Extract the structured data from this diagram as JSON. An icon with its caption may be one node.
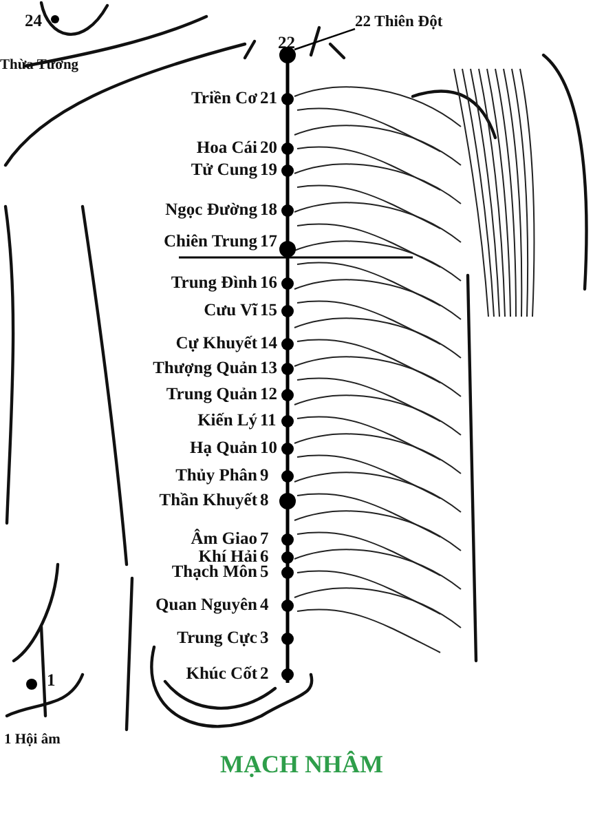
{
  "diagram": {
    "title": "MẠCH NHÂM",
    "nodes": [
      {
        "text": [
          "22 Thiên Đột"
        ]
      },
      {
        "text": [],
        "shape": "circle"
      }
    ],
    "edges": [
      {
        "from": 0,
        "to": 1,
        "arrow": "none"
      }
    ],
    "labels": [
      "24",
      "Thừa Tương",
      "22",
      "Triền Cơ",
      "21",
      "Hoa Cái",
      "20",
      "Tử Cung",
      "19",
      "Ngọc Đường",
      "18",
      "Chiên Trung",
      "17",
      "Trung Đình",
      "16",
      "Cưu Vĩ",
      "15",
      "Cự Khuyết",
      "14",
      "Thượng Quản",
      "13",
      "Trung Quản",
      "12",
      "Kiến Lý",
      "11",
      "Hạ Quản",
      "10",
      "Thủy Phân",
      "9",
      "Thần Khuyết",
      "8",
      "Âm Giao",
      "7",
      "Khí Hải",
      "6",
      "Thạch Môn",
      "5",
      "Quan Nguyên",
      "4",
      "Trung Cực",
      "3",
      "Khúc Cốt",
      "2",
      "1",
      "1 Hội âm"
    ]
  }
}
